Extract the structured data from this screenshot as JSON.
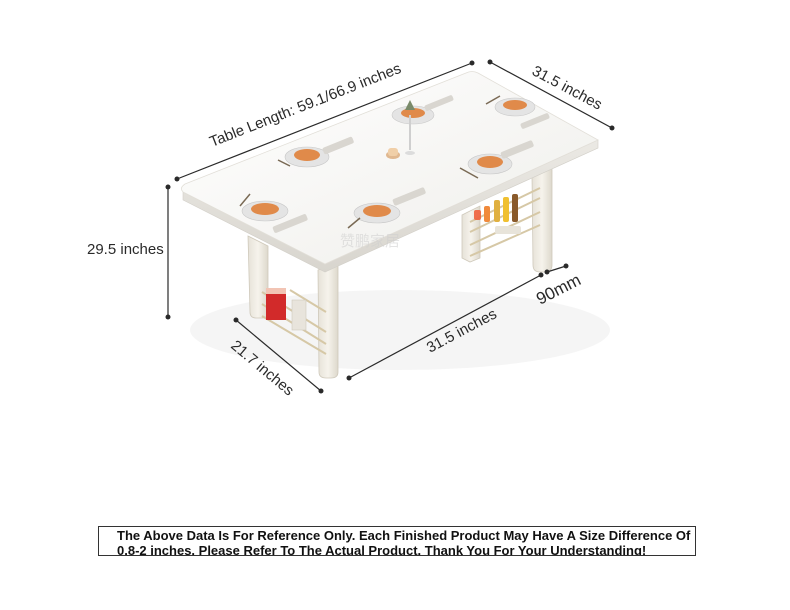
{
  "dimensions": {
    "table_length": "Table Length: 59.1/66.9 inches",
    "top_depth": "31.5 inches",
    "height": "29.5 inches",
    "base_length": "31.5 inches",
    "base_depth": "21.7 inches",
    "leg_width": "90mm"
  },
  "watermark": "赞鹏家居",
  "note": {
    "line1": "The Above Data Is For Reference Only. Each Finished Product May Have A Size Difference Of",
    "line2": "0.8-2 inches. Please Refer To The Actual Product. Thank You For Your Understanding!"
  },
  "colors": {
    "table_top": "#f7f6f3",
    "legs": "#efece4",
    "plate_food": "#e08a4a",
    "dimension_line": "#2a2a2a"
  }
}
